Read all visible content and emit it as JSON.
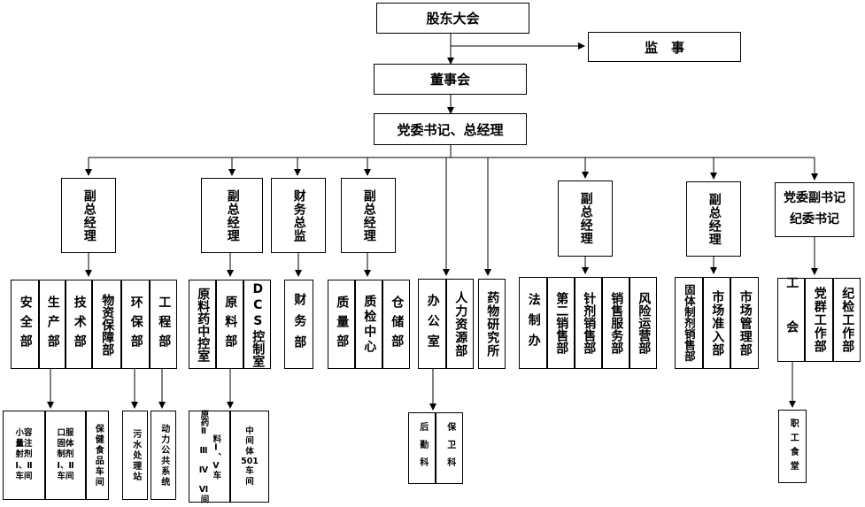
{
  "nodes": {
    "gudong": "股东大会",
    "jianshi": "监　事",
    "dongshi": "董事会",
    "dangwei": "党委书记、总经理",
    "fzjl1": "副总经理",
    "fzjl2": "副总经理",
    "cwzj": "财务总监",
    "fzjl3": "副总经理",
    "fzjl4": "副总经理",
    "fzjl5": "副总经理",
    "dwfsj_l1": "党委副书记",
    "dwfsj_l2": "纪委书记",
    "anquan": "安全部",
    "shengchan": "生产部",
    "jishu": "技术部",
    "wuzi": "物资保障部",
    "huanbao": "环保部",
    "gongcheng": "工程部",
    "ylyzk": "原料药中控室",
    "yuanliao": "原料部",
    "dcs_l1": "DCS",
    "dcs_l2": "控制室",
    "caiwu": "财务部",
    "zhiliang": "质量部",
    "zhijian": "质检中心",
    "cangchu": "仓储部",
    "bangong": "办公室",
    "renli": "人力资源部",
    "yaowu": "药物研究所",
    "fazhi": "法制办",
    "dier": "第二销售部",
    "zhenji": "针剂销售部",
    "xiaoshou": "销售服务部",
    "fengxian": "风险运营部",
    "guti": "固体制剂销售部",
    "shichangzr": "市场准入部",
    "shichanggl": "市场管理部",
    "gonghui": "工会",
    "dangqun": "党群工作部",
    "jijian": "纪检工作部",
    "xiaorong": "小容\n量注\n射剂\nⅠ、Ⅱ\n车间",
    "koufu": "口服\n固体\n制剂\nⅠ、Ⅱ\n车间",
    "baojian": "保健食品车间",
    "wushui": "污水处理站",
    "dongli": "动力公共系统",
    "yuanliaoyao_a": "原药Ⅱ Ⅲ Ⅳ Ⅵ间",
    "yuanliaoyao_b": "料Ⅰ、Ⅴ车",
    "zhongjianti": "中\n间\n体\n501\n车\n间",
    "houqin": "后勤科",
    "baowei": "保卫科",
    "zhigong": "职工食堂"
  }
}
